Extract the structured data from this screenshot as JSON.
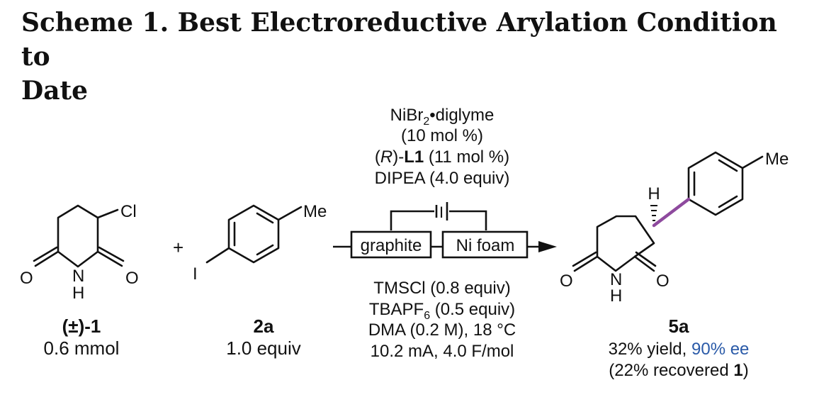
{
  "title": {
    "line1": "Scheme 1. Best Electroreductive Arylation Condition to",
    "line2": "Date"
  },
  "reactant1": {
    "substituent": "Cl",
    "carbonyl_o_left": "O",
    "carbonyl_o_right": "O",
    "nitrogen": "N",
    "hydrogen": "H",
    "label": "(±)-1",
    "amount": "0.6 mmol"
  },
  "plus_sign": "+",
  "reactant2": {
    "methyl": "Me",
    "iodo": "I",
    "label": "2a",
    "amount": "1.0 equiv"
  },
  "conditions_above": {
    "catalyst_base": "NiBr",
    "catalyst_sub": "2",
    "catalyst_suffix": "•diglyme",
    "catalyst_loading": "(10 mol %)",
    "ligand_open": "(",
    "ligand_r": "R",
    "ligand_close": ")-",
    "ligand_name": "L1",
    "ligand_loading": " (11 mol %)",
    "base": "DIPEA (4.0 equiv)",
    "cell_symbol": "I"
  },
  "electrodes": {
    "anode": "graphite",
    "cathode": "Ni foam"
  },
  "conditions_below": {
    "line1": "TMSCl (0.8 equiv)",
    "line2_base": "TBAPF",
    "line2_sub": "6",
    "line2_suffix": " (0.5 equiv)",
    "line3": "DMA (0.2 M), 18 °C",
    "line4": "10.2 mA, 4.0 F/mol"
  },
  "product": {
    "methyl": "Me",
    "stereo_h": "H",
    "carbonyl_o_left": "O",
    "carbonyl_o_right": "O",
    "nitrogen": "N",
    "hydrogen": "H",
    "label": "5a",
    "yield": "32% yield, ",
    "ee": "90% ee",
    "recovered_prefix": "(22% recovered ",
    "recovered_compound": "1",
    "recovered_suffix": ")"
  },
  "colors": {
    "text": "#111111",
    "ee_blue": "#2a5aa8",
    "bond_purple": "#8e4a9e"
  }
}
